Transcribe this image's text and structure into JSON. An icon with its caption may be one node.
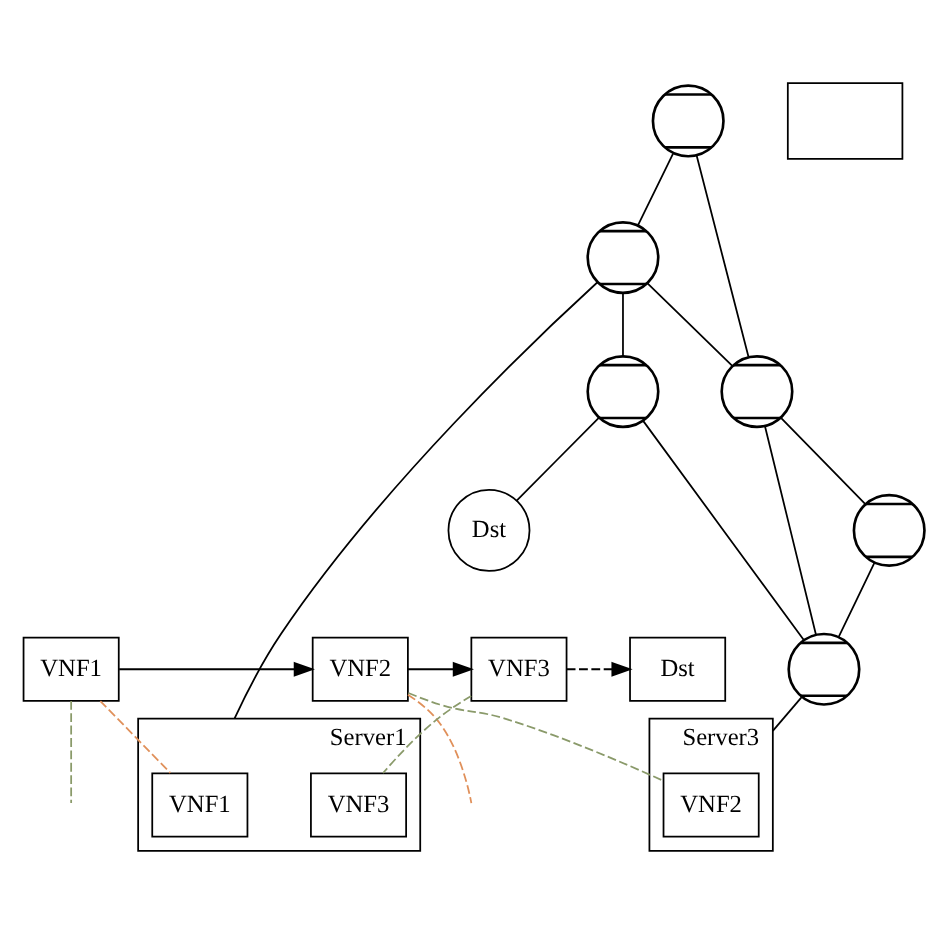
{
  "diagram": {
    "nodes": [
      {
        "text": [
          "VNF1"
        ]
      },
      {
        "text": [
          "VNF2"
        ]
      },
      {
        "text": [
          "VNF3"
        ]
      },
      {
        "text": [
          "Dst"
        ]
      },
      {
        "text": [
          "Server1"
        ]
      },
      {
        "text": [
          "VNF1"
        ],
        "in": 4
      },
      {
        "text": [
          "VNF3"
        ],
        "in": 4
      },
      {
        "text": [],
        "shape": "circle"
      },
      {
        "text": [],
        "shape": "circle"
      },
      {
        "text": [],
        "shape": "circle"
      },
      {
        "text": [],
        "shape": "circle"
      },
      {
        "text": [
          "Dst"
        ]
      },
      {
        "text": [],
        "shape": "circle"
      },
      {
        "text": [],
        "shape": "circle"
      },
      {
        "text": [
          "Server3"
        ]
      },
      {
        "text": [
          "VNF2"
        ],
        "in": 14
      },
      {
        "text": [],
        "shape": "box"
      }
    ],
    "edges": [
      {
        "from": 0,
        "to": 1,
        "arrow": "to"
      },
      {
        "from": 1,
        "to": 2,
        "arrow": "to"
      },
      {
        "from": 2,
        "to": 3,
        "arrow": "to",
        "style": "dashed"
      },
      {
        "from": 0,
        "to": 5,
        "arrow": "none",
        "style": "dashed",
        "color": "#e0905a"
      },
      {
        "from": 0,
        "to": null,
        "arrow": "none",
        "style": "dashed",
        "color": "#8a9a6a"
      },
      {
        "from": 1,
        "to": null,
        "arrow": "none",
        "style": "dashed",
        "color": "#e0905a"
      },
      {
        "from": 1,
        "to": 15,
        "arrow": "none",
        "style": "dashed",
        "color": "#8a9a6a"
      },
      {
        "from": 2,
        "to": 6,
        "arrow": "none",
        "style": "dashed",
        "color": "#8a9a6a"
      },
      {
        "from": 7,
        "to": 8,
        "arrow": "none"
      },
      {
        "from": 8,
        "to": 4,
        "arrow": "none"
      },
      {
        "from": 7,
        "to": 9,
        "arrow": "none"
      },
      {
        "from": 8,
        "to": 9,
        "arrow": "none"
      },
      {
        "from": 8,
        "to": 10,
        "arrow": "none"
      },
      {
        "from": 10,
        "to": 11,
        "arrow": "none"
      },
      {
        "from": 9,
        "to": 12,
        "arrow": "none"
      },
      {
        "from": 9,
        "to": 13,
        "arrow": "none"
      },
      {
        "from": 10,
        "to": 13,
        "arrow": "none"
      },
      {
        "from": 12,
        "to": 13,
        "arrow": "none"
      },
      {
        "from": 13,
        "to": 14,
        "arrow": "none"
      }
    ]
  }
}
